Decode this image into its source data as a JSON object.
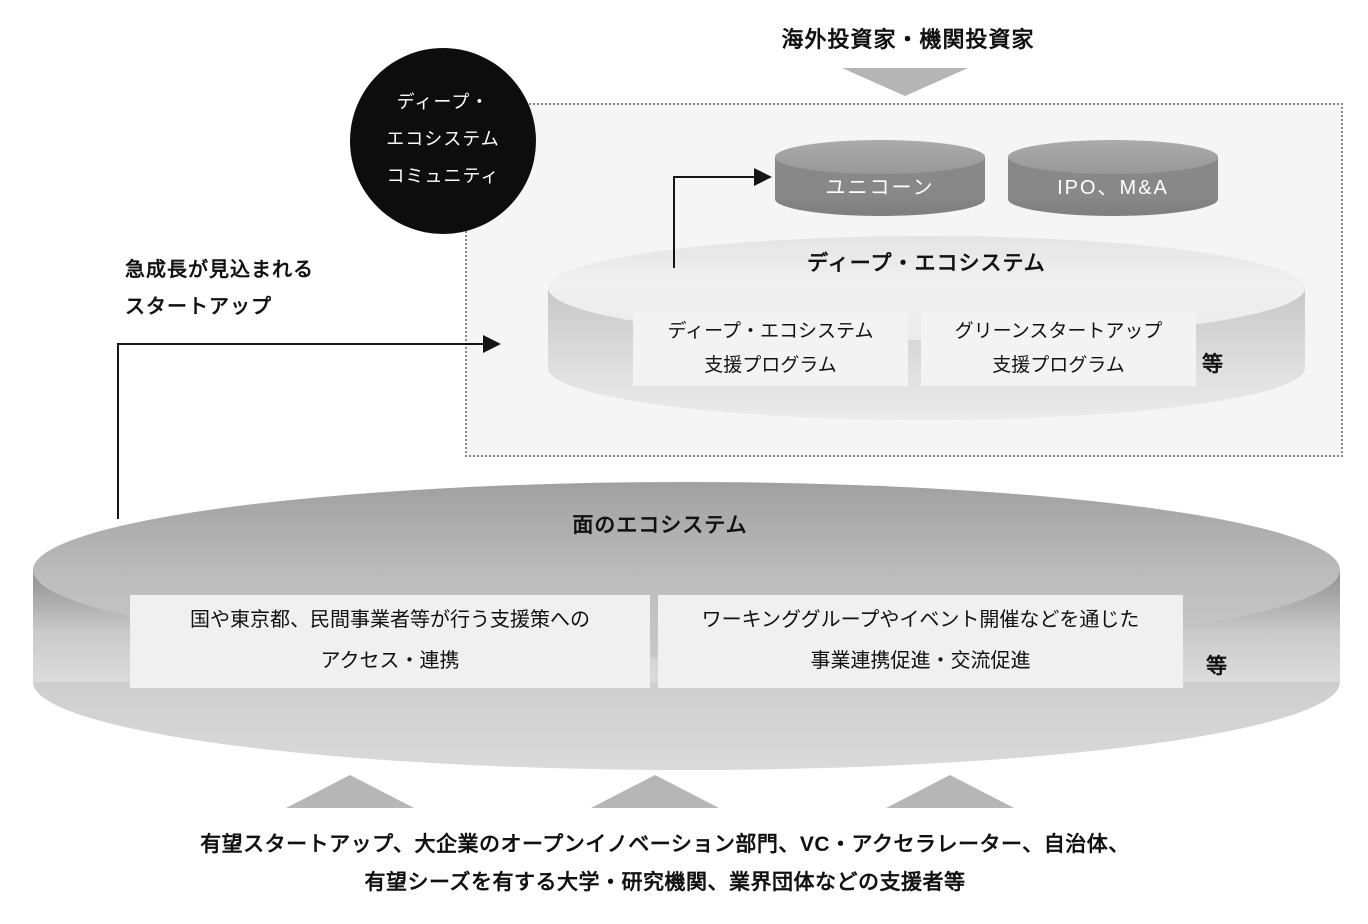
{
  "top": {
    "investors_label": "海外投資家・機関投資家"
  },
  "community_circle": {
    "line1": "ディープ・",
    "line2": "エコシステム",
    "line3": "コミュニティ"
  },
  "left_note": {
    "line1": "急成長が見込まれる",
    "line2": "スタートアップ"
  },
  "deep_ecosystem": {
    "title": "ディープ・エコシステム",
    "cylinders": [
      {
        "label": "ユニコーン"
      },
      {
        "label": "IPO、M&A"
      }
    ],
    "programs": [
      {
        "line1": "ディープ・エコシステム",
        "line2": "支援プログラム"
      },
      {
        "line1": "グリーンスタートアップ",
        "line2": "支援プログラム"
      }
    ],
    "etc_label": "等"
  },
  "surface_ecosystem": {
    "title": "面のエコシステム",
    "programs": [
      {
        "line1": "国や東京都、民間事業者等が行う支援策への",
        "line2": "アクセス・連携"
      },
      {
        "line1": "ワーキンググループやイベント開催などを通じた",
        "line2": "事業連携促進・交流促進"
      }
    ],
    "etc_label": "等"
  },
  "bottom": {
    "caption_line1": "有望スタートアップ、大企業のオープンイノベーション部門、VC・アクセラレーター、自治体、",
    "caption_line2": "有望シーズを有する大学・研究機関、業界団体などの支援者等"
  },
  "colors": {
    "circle_fill": "#0d0d0d",
    "arrow_gray": "#b6b6b6",
    "small_cylinder_body": "#888888",
    "deep_disc_top": "#eeeeee",
    "surface_disc_top": "#bdbdbd",
    "boundary_fill": "#f5f5f5",
    "boundary_border": "#888888",
    "connector_line": "#151515"
  }
}
